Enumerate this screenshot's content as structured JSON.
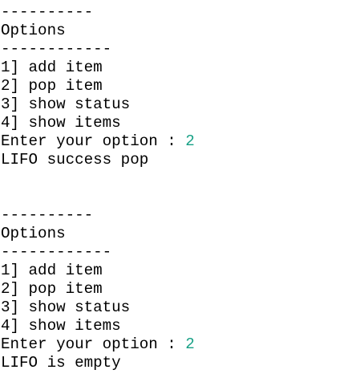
{
  "console": {
    "blocks": [
      {
        "rule_top": "----------",
        "title": "Options",
        "rule_bottom": "------------",
        "menu": [
          "1] add item",
          "2] pop item",
          "3] show status",
          "4] show items"
        ],
        "prompt": "Enter your option : ",
        "input": "2",
        "result": "LIFO success pop"
      },
      {
        "rule_top": "----------",
        "title": "Options",
        "rule_bottom": "------------",
        "menu": [
          "1] add item",
          "2] pop item",
          "3] show status",
          "4] show items"
        ],
        "prompt": "Enter your option : ",
        "input": "2",
        "result": "LIFO is empty"
      }
    ]
  },
  "colors": {
    "text": "#000000",
    "input": "#16a085",
    "background": "#ffffff"
  }
}
